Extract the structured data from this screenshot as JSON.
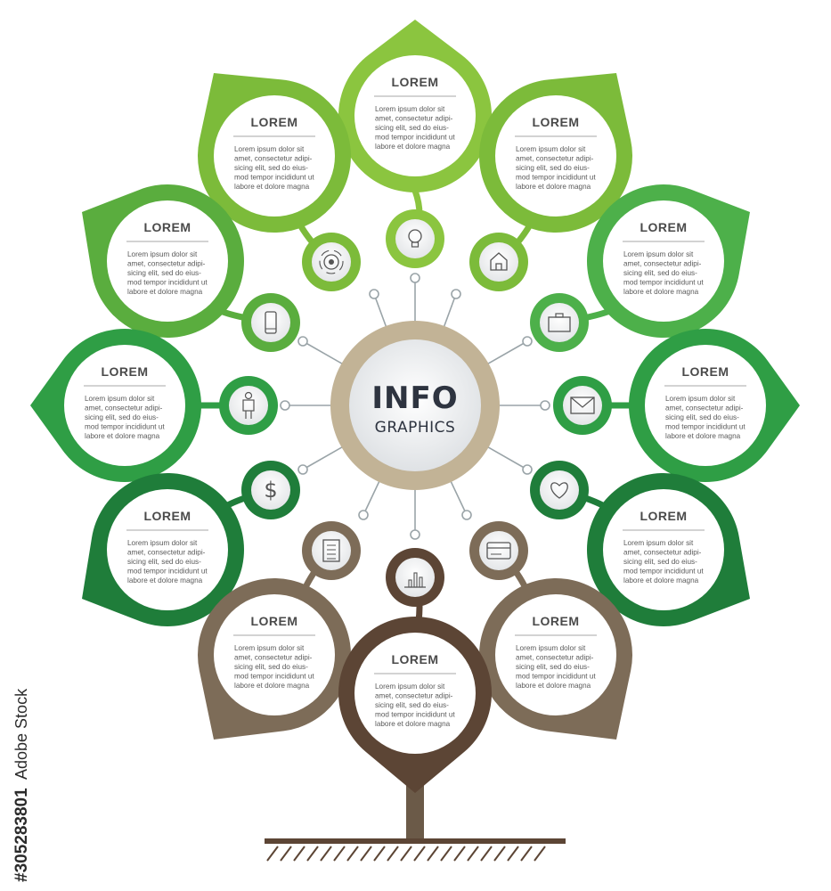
{
  "center": {
    "title": "INFO",
    "subtitle": "GRAPHICS"
  },
  "leaves": [
    {
      "id": "top",
      "title": "LOREM",
      "color": "#8bc53f",
      "lines": [
        "Lorem ipsum dolor sit",
        "amet, consectetur adipi-",
        "sicing elit, sed do eius-",
        "mod tempor incididunt ut",
        "labore et dolore magna"
      ]
    },
    {
      "id": "upper-left",
      "title": "LOREM",
      "color": "#7cbb3a",
      "lines": [
        "Lorem ipsum dolor sit",
        "amet, consectetur adipi-",
        "sicing elit, sed do eius-",
        "mod tempor incididunt ut",
        "labore et dolore magna"
      ]
    },
    {
      "id": "upper-right",
      "title": "LOREM",
      "color": "#7cbb3a",
      "lines": [
        "Lorem ipsum dolor sit",
        "amet, consectetur adipi-",
        "sicing elit, sed do eius-",
        "mod tempor incididunt ut",
        "labore et dolore magna"
      ]
    },
    {
      "id": "mid-left-high",
      "title": "LOREM",
      "color": "#5aad3e",
      "lines": [
        "Lorem ipsum dolor sit",
        "amet, consectetur adipi-",
        "sicing elit, sed do eius-",
        "mod tempor incididunt ut",
        "labore et dolore magna"
      ]
    },
    {
      "id": "mid-right-high",
      "title": "LOREM",
      "color": "#4db04a",
      "lines": [
        "Lorem ipsum dolor sit",
        "amet, consectetur adipi-",
        "sicing elit, sed do eius-",
        "mod tempor incididunt ut",
        "labore et dolore magna"
      ]
    },
    {
      "id": "left",
      "title": "LOREM",
      "color": "#2f9e45",
      "lines": [
        "Lorem ipsum dolor sit",
        "amet, consectetur adipi-",
        "sicing elit, sed do eius-",
        "mod tempor incididunt ut",
        "labore et dolore magna"
      ]
    },
    {
      "id": "right",
      "title": "LOREM",
      "color": "#2f9e45",
      "lines": [
        "Lorem ipsum dolor sit",
        "amet, consectetur adipi-",
        "sicing elit, sed do eius-",
        "mod tempor incididunt ut",
        "labore et dolore magna"
      ]
    },
    {
      "id": "lower-left",
      "title": "LOREM",
      "color": "#1f7d3a",
      "lines": [
        "Lorem ipsum dolor sit",
        "amet, consectetur adipi-",
        "sicing elit, sed do eius-",
        "mod tempor incididunt ut",
        "labore et dolore magna"
      ]
    },
    {
      "id": "lower-right",
      "title": "LOREM",
      "color": "#1f7d3a",
      "lines": [
        "Lorem ipsum dolor sit",
        "amet, consectetur adipi-",
        "sicing elit, sed do eius-",
        "mod tempor incididunt ut",
        "labore et dolore magna"
      ]
    },
    {
      "id": "bottom-left",
      "title": "LOREM",
      "color": "#7d6c58",
      "lines": [
        "Lorem ipsum dolor sit",
        "amet, consectetur adipi-",
        "sicing elit, sed do eius-",
        "mod tempor incididunt ut",
        "labore et dolore magna"
      ]
    },
    {
      "id": "bottom-right",
      "title": "LOREM",
      "color": "#7d6c58",
      "lines": [
        "Lorem ipsum dolor sit",
        "amet, consectetur adipi-",
        "sicing elit, sed do eius-",
        "mod tempor incididunt ut",
        "labore et dolore magna"
      ]
    },
    {
      "id": "trunk",
      "title": "LOREM",
      "color": "#5c4535",
      "lines": [
        "Lorem ipsum dolor sit",
        "amet, consectetur adipi-",
        "sicing elit, sed do eius-",
        "mod tempor incididunt ut",
        "labore et dolore magna"
      ]
    }
  ],
  "icons": [
    {
      "name": "lightbulb-icon",
      "color": "#8bc53f"
    },
    {
      "name": "broadcast-icon",
      "color": "#7cbb3a"
    },
    {
      "name": "home-icon",
      "color": "#7cbb3a"
    },
    {
      "name": "smartphone-icon",
      "color": "#5aad3e"
    },
    {
      "name": "briefcase-icon",
      "color": "#4db04a"
    },
    {
      "name": "person-icon",
      "color": "#2f9e45"
    },
    {
      "name": "envelope-icon",
      "color": "#2f9e45"
    },
    {
      "name": "dollar-icon",
      "color": "#1f7d3a"
    },
    {
      "name": "heart-icon",
      "color": "#1f7d3a"
    },
    {
      "name": "document-icon",
      "color": "#7d6c58"
    },
    {
      "name": "credit-card-icon",
      "color": "#7d6c58"
    },
    {
      "name": "bar-chart-icon",
      "color": "#5c4535"
    }
  ],
  "colors": {
    "center_ring": "#c2b396",
    "trunk": "#6b5a48",
    "connector": "#9aa4a8",
    "ground": "#5c4535"
  },
  "stock": {
    "brand": "Adobe Stock",
    "id": "#305283801"
  }
}
